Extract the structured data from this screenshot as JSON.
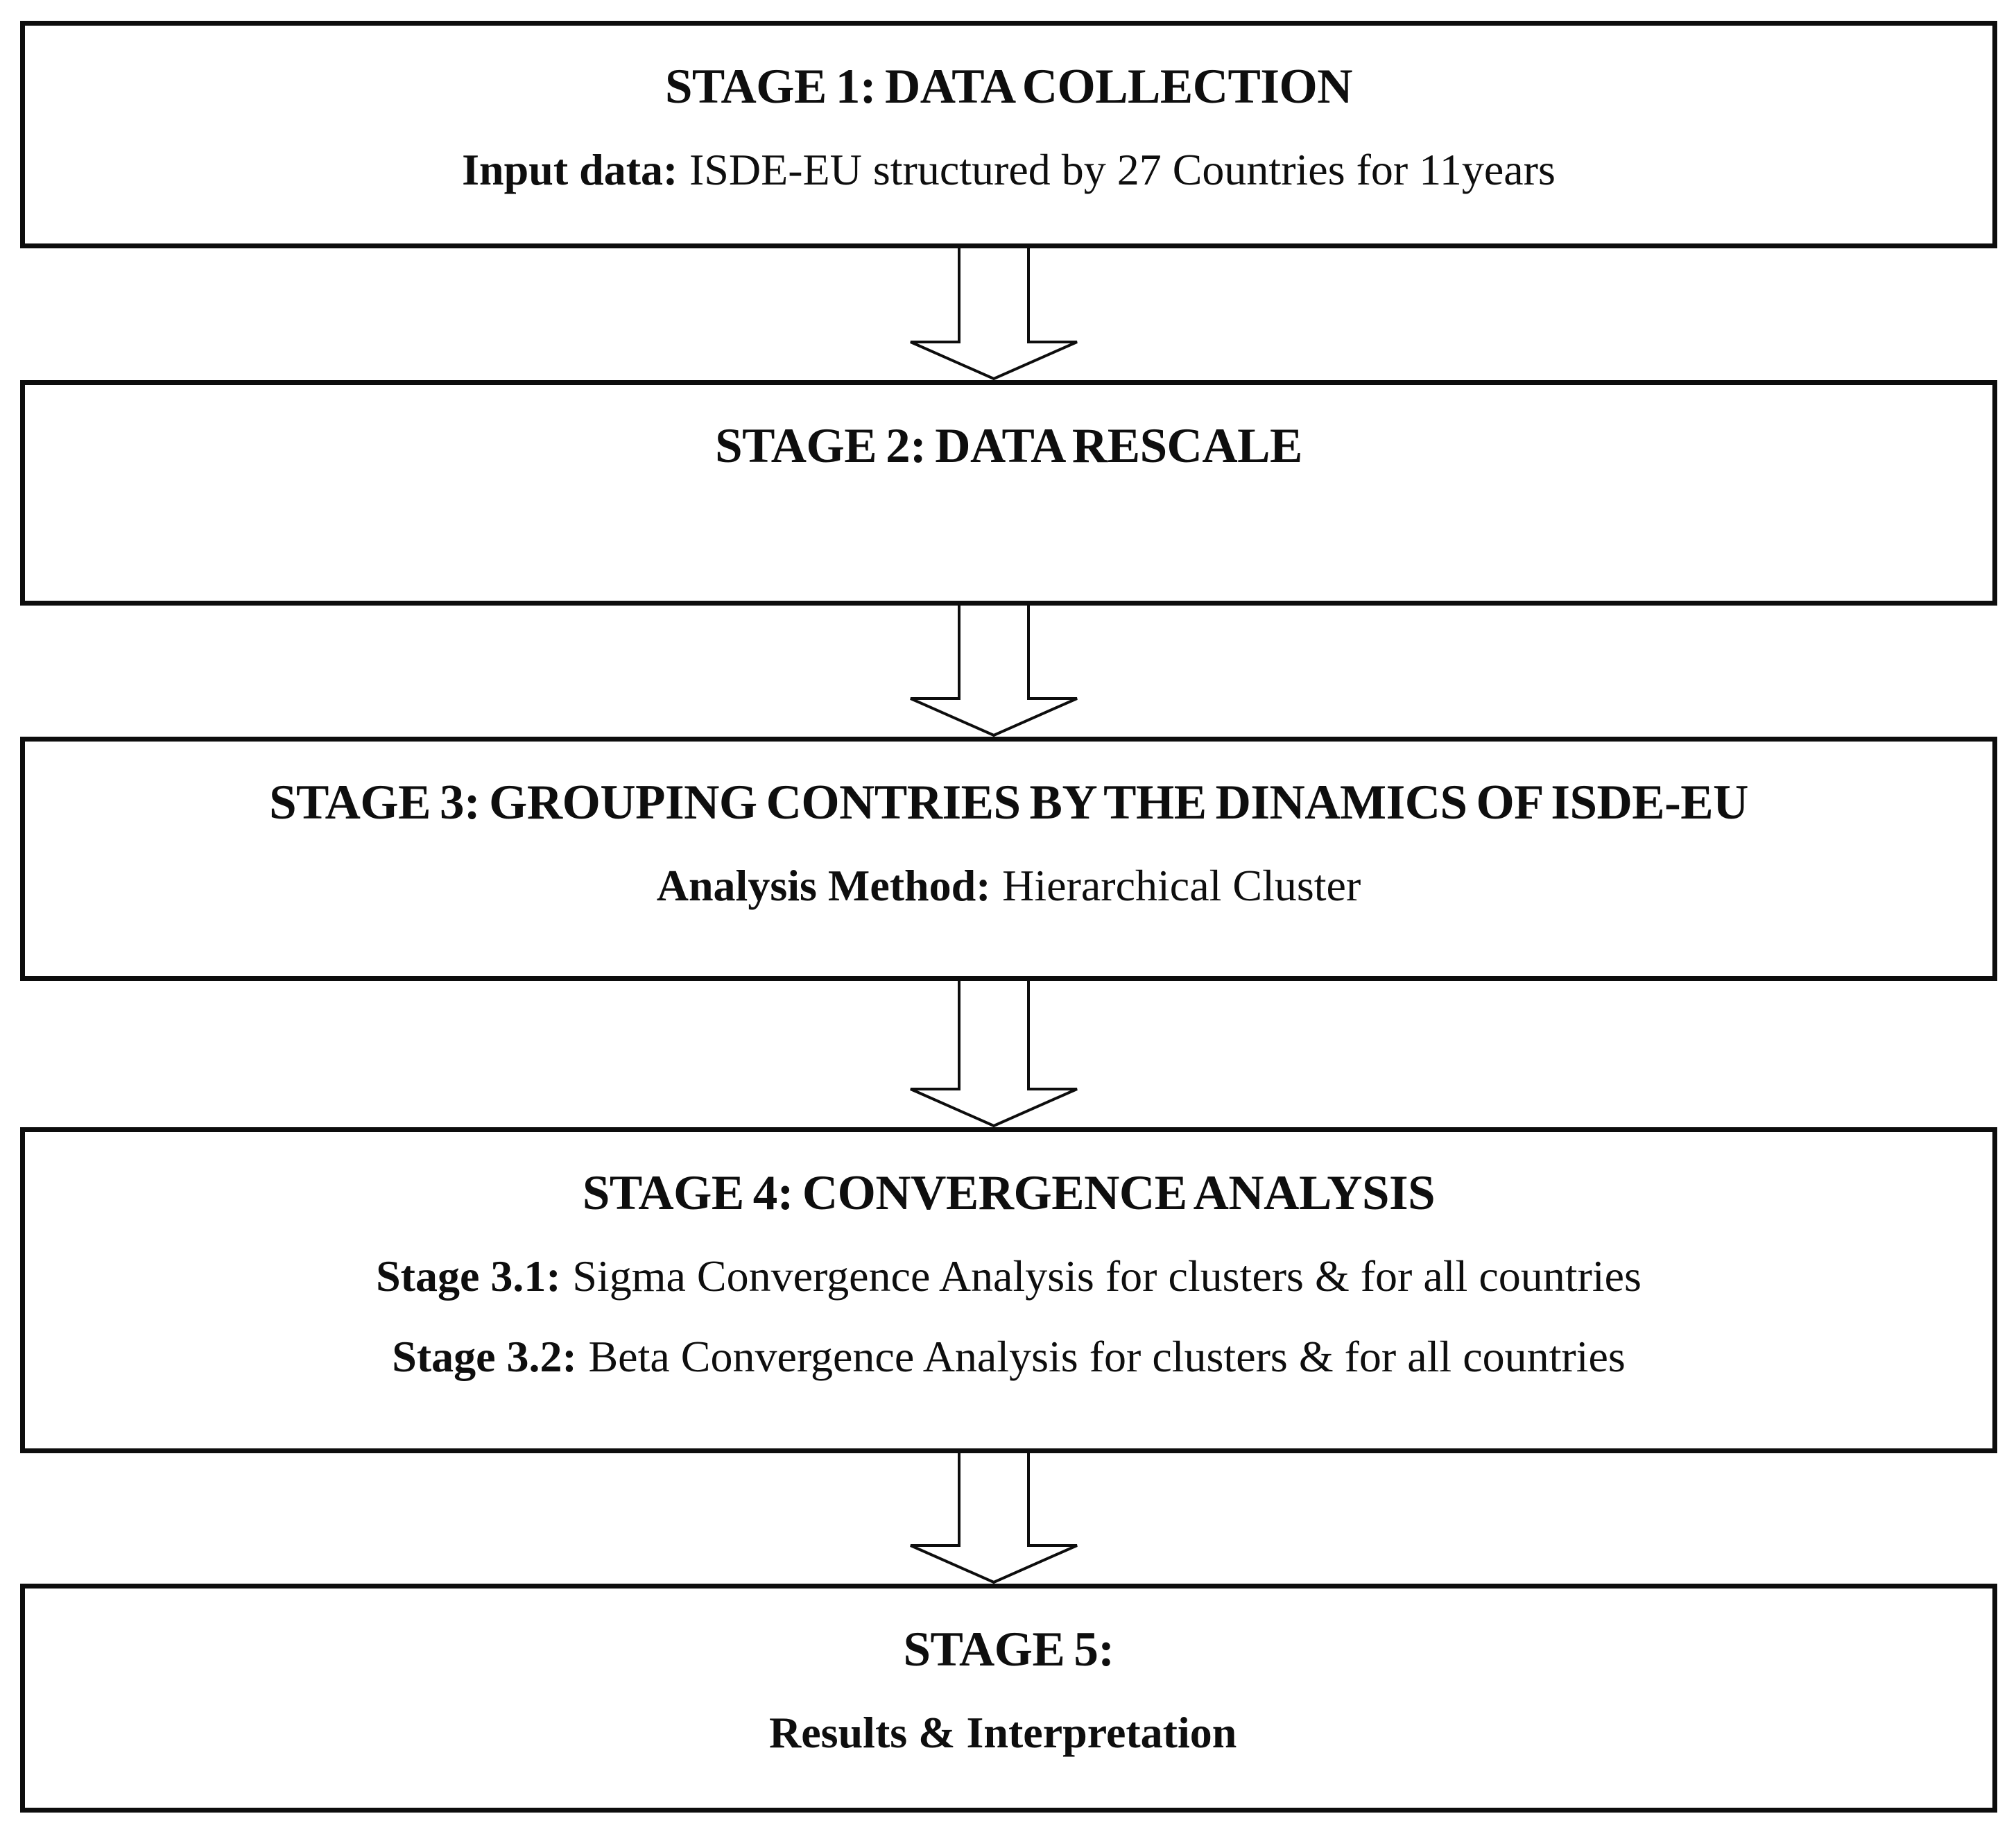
{
  "figure": {
    "type": "flowchart",
    "colors": {
      "line": "#0d0d0d",
      "paper": "#ffffff",
      "ink": "#0e0e0e"
    },
    "connector": {
      "shape": "hollow-block-arrow",
      "direction": "down",
      "count": 4
    },
    "stages": [
      {
        "title": "STAGE 1: DATA COLLECTION",
        "details": [
          {
            "label": "Input data:",
            "text": "ISDE-EU structured by 27 Countries for 11years"
          }
        ]
      },
      {
        "title": "STAGE 2: DATA RESCALE",
        "details": []
      },
      {
        "title": "STAGE 3: GROUPING CONTRIES BY THE DINAMICS OF ISDE-EU",
        "details": [
          {
            "label": "Analysis Method:",
            "text": "Hierarchical Cluster"
          }
        ]
      },
      {
        "title": "STAGE 4: CONVERGENCE ANALYSIS",
        "details": [
          {
            "label": "Stage 3.1:",
            "text": "Sigma Convergence Analysis for clusters & for all countries"
          },
          {
            "label": "Stage 3.2:",
            "text": "Beta Convergence Analysis for clusters & for all countries"
          }
        ]
      },
      {
        "title": "STAGE 5:",
        "details": [
          {
            "label": "Results & Interpretation",
            "text": ""
          }
        ]
      }
    ]
  }
}
